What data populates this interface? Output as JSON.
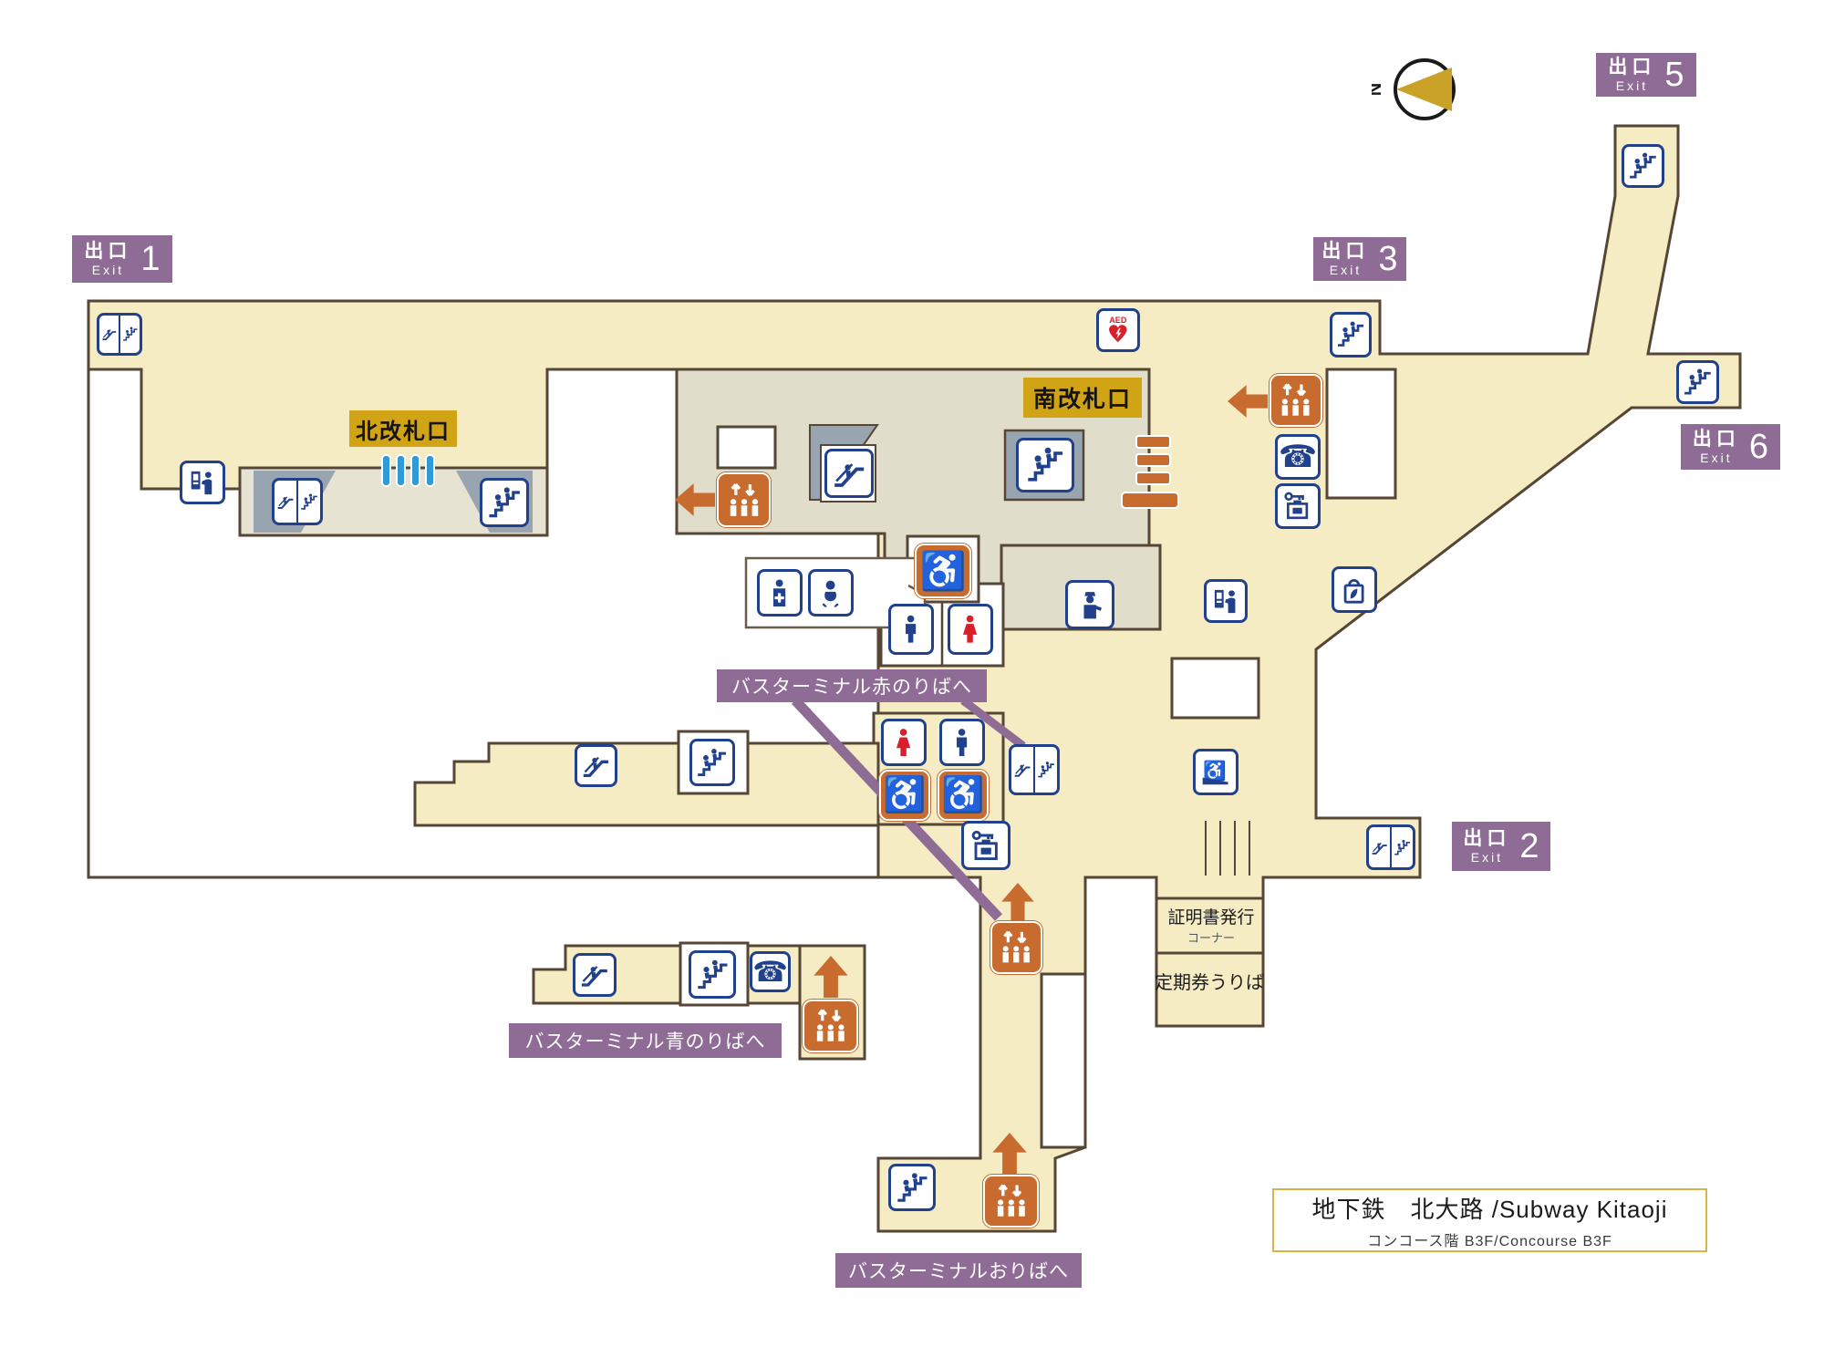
{
  "station": {
    "title": "地下鉄　北大路 /Subway Kitaoji",
    "subtitle": "コンコース階 B3F/Concourse B3F"
  },
  "compass": {
    "label": "N"
  },
  "exits": [
    {
      "jp": "出口",
      "en": "Exit",
      "num": "1"
    },
    {
      "jp": "出口",
      "en": "Exit",
      "num": "2"
    },
    {
      "jp": "出口",
      "en": "Exit",
      "num": "3"
    },
    {
      "jp": "出口",
      "en": "Exit",
      "num": "5"
    },
    {
      "jp": "出口",
      "en": "Exit",
      "num": "6"
    }
  ],
  "gate_labels": {
    "north": "北改札口",
    "south": "南改札口"
  },
  "bus_terminal_labels": {
    "red": "バスターミナル赤のりばへ",
    "blue": "バスターミナル青のりばへ",
    "dropoff": "バスターミナルおりばへ"
  },
  "service_rooms": {
    "certificate_top": "証明書発行",
    "certificate_bottom": "コーナー",
    "commuter_pass": "定期券うりば"
  },
  "aed": {
    "label": "AED"
  },
  "colors": {
    "floor": "#f5ecc3",
    "paid_area": "#e0decb",
    "outline": "#564635",
    "purple": "#8e6c95",
    "gold": "#d1a416",
    "icon_blue": "#21418d",
    "orange": "#c76c2e",
    "red": "#d81f2a",
    "gate_blue": "#2f9ad5",
    "shaft_gray": "#98a5b1",
    "compass_gold": "#c9a227"
  },
  "icons": {
    "exit1-escalator-stairs-icon": "pair-esc-stairs",
    "north-ticket-machine-icon": "ticket",
    "north-gate-escalator-stairs-icon": "pair-esc-stairs",
    "north-gate-stairs-icon": "stairs",
    "south-gate-stairs-icon": "stairs",
    "aed-icon": "aed",
    "paid-escalator-icon": "escalator",
    "west-elevator-arrow-icon": "arrow-left",
    "west-elevator-icon": "elevator",
    "east-elevator-arrow-icon": "arrow-left",
    "east-elevator-icon": "elevator",
    "telephone-icon": "phone",
    "coin-locker-icon": "locker",
    "exit3-stairs-icon": "stairs",
    "exit5-stairs-icon": "stairs",
    "exit6-stairs-icon": "stairs",
    "kiosk-icon": "shopping",
    "central-ticket-machine-icon": "ticket",
    "station-staff-icon": "police",
    "nursing-room-icon": "nursing",
    "baby-room-icon": "baby",
    "accessible-toilet-icon": "wheelchair",
    "mens-toilet-icon": "man",
    "womens-toilet-icon": "woman",
    "wheelchair-ramp-icon": "ramp",
    "womens-toilet2-icon": "woman",
    "mens-toilet2-icon": "man",
    "accessible-toilet2-icon": "wheelchair",
    "accessible-toilet3-icon": "wheelchair",
    "central-escalator-stairs-icon": "pair-esc-stairs",
    "coin-locker2-icon": "locker",
    "red-bay-elevator-arrow-icon": "arrow-up",
    "red-bay-elevator-icon": "elevator",
    "exit2-escalator-stairs-icon": "pair-esc-stairs",
    "west-corridor-escalator-icon": "escalator",
    "west-corridor-stairs-icon": "stairs",
    "blue-bay-escalator-icon": "escalator",
    "blue-bay-stairs-icon": "stairs",
    "telephone2-icon": "phone",
    "blue-bay-elevator-arrow-icon": "arrow-up",
    "blue-bay-elevator-icon": "elevator",
    "dropoff-stairs-icon": "stairs",
    "dropoff-elevator-arrow-icon": "arrow-up",
    "dropoff-elevator-icon": "elevator"
  }
}
